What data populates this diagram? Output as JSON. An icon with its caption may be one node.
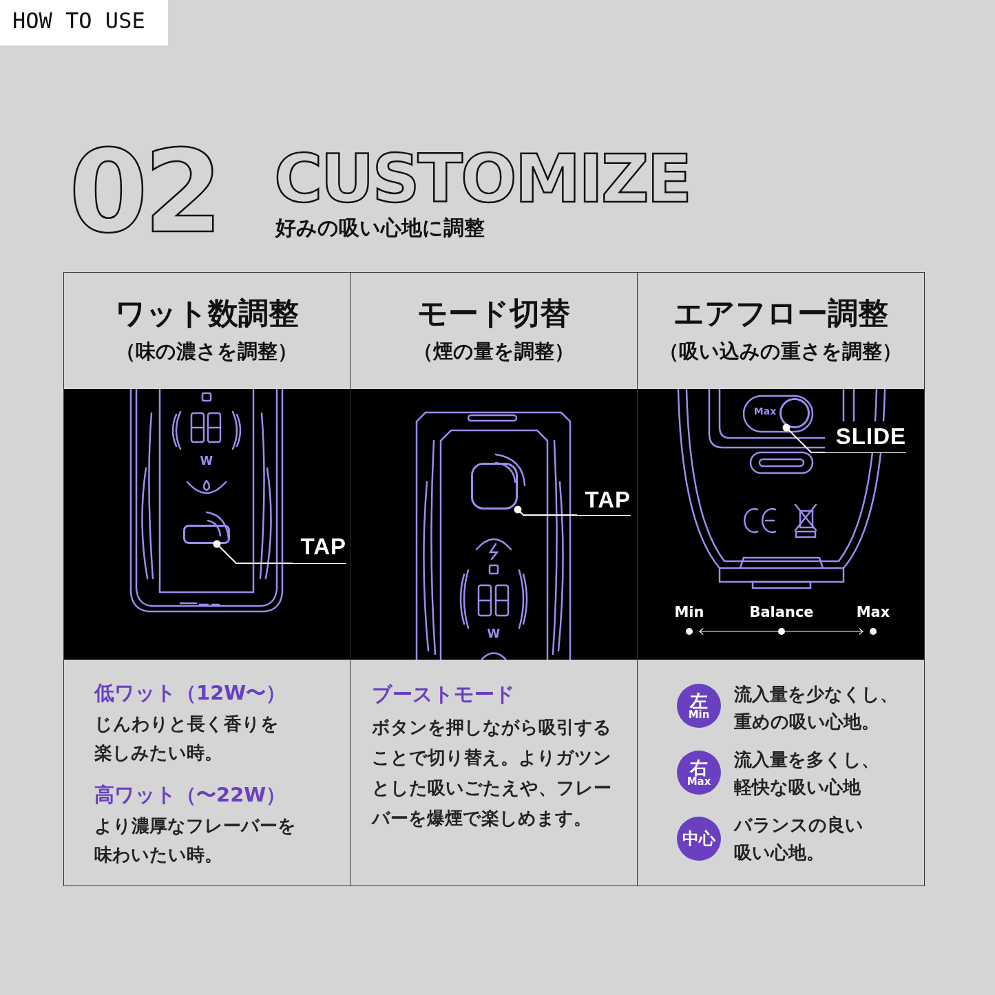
{
  "diagram": {
    "nodes": [
      {
        "text": [
          "TAP"
        ]
      },
      {
        "text": [],
        "shape": "button"
      },
      {
        "text": [
          "TAP"
        ]
      },
      {
        "text": [],
        "shape": "button"
      },
      {
        "text": [
          "SLIDE"
        ]
      },
      {
        "text": [],
        "shape": "circle"
      },
      {
        "text": [
          "左",
          "Min"
        ],
        "beside": [
          "流入量を少なくし、重めの吸い心地。"
        ]
      },
      {
        "text": [
          "右",
          "Max"
        ],
        "beside": [
          "流入量を多くし、軽快な吸い心地"
        ]
      },
      {
        "text": [
          "中心"
        ],
        "beside": [
          "バランスの良い吸い心地。"
        ]
      }
    ],
    "edges": [
      {
        "from": 0,
        "to": 1,
        "arrow": "other"
      },
      {
        "from": 2,
        "to": 3,
        "arrow": "other"
      },
      {
        "from": 4,
        "to": 5,
        "arrow": "other"
      }
    ],
    "labels": [
      "HOW TO USE",
      "02",
      "CUSTOMIZE",
      "好みの吸い心地に調整",
      "ワット数調整",
      "（味の濃さを調整）",
      "モード切替",
      "（煙の量を調整）",
      "エアフロー調整",
      "（吸い込みの重さを調整）",
      "W",
      "W",
      "Max",
      "Min",
      "Balance",
      "Max",
      "低ワット（12W〜）",
      "じんわりと長く香りを楽しみたい時。",
      "高ワット（〜22W）",
      "より濃厚なフレーバーを味わいたい時。",
      "ブーストモード",
      "ボタンを押しながら吸引することで切り替え。よりガツンとした吸いごたえや、フレーバーを爆煙で楽しめます。"
    ]
  }
}
